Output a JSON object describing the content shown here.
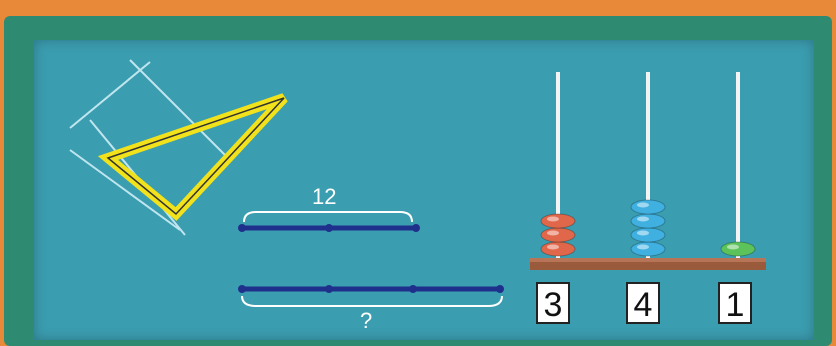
{
  "segment_diagram": {
    "top_label": "12",
    "bottom_label": "?"
  },
  "abacus": {
    "digits": [
      "3",
      "4",
      "1"
    ],
    "rods": [
      {
        "beads": 3,
        "color": "#e0674a"
      },
      {
        "beads": 4,
        "color": "#3fb0e0"
      },
      {
        "beads": 1,
        "color": "#5cc35a"
      }
    ]
  },
  "colors": {
    "board": "#3b9db0",
    "frame": "#2f8a72",
    "outer": "#e8893a",
    "triangle": "#f2e21c",
    "segment": "#1f2f8c"
  }
}
